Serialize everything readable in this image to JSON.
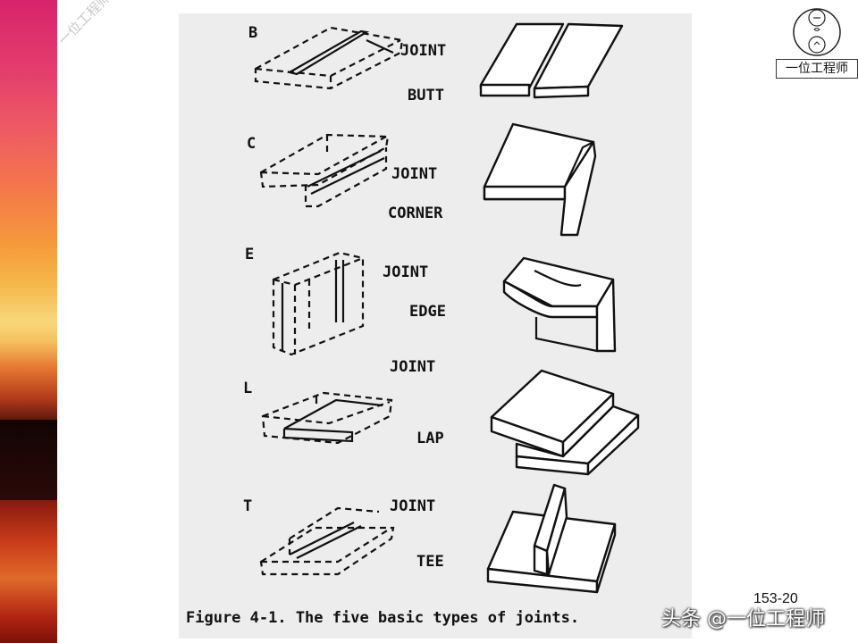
{
  "watermark_diagonal": "一位工程师",
  "logo": {
    "caption": "一位工程师"
  },
  "figure": {
    "joints": [
      {
        "letter": "B",
        "joint_label": "JOINT",
        "type_label": "BUTT"
      },
      {
        "letter": "C",
        "joint_label": "JOINT",
        "type_label": "CORNER"
      },
      {
        "letter": "E",
        "joint_label": "JOINT",
        "type_label": "EDGE"
      },
      {
        "letter": "L",
        "joint_label": "JOINT",
        "type_label": "LAP"
      },
      {
        "letter": "T",
        "joint_label": "JOINT",
        "type_label": "TEE"
      }
    ],
    "caption": "Figure 4-1.  The five basic types of joints."
  },
  "page_number": "153-20",
  "platform_watermark": "头条 @一位工程师"
}
